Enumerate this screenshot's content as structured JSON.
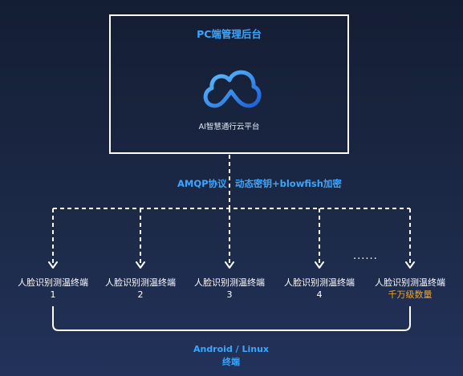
{
  "management": {
    "title": "PC端管理后台",
    "platform_name": "AI智慧通行云平台",
    "icon": "cloud-icon"
  },
  "protocols": {
    "amqp": "AMQP协议",
    "encryption": "动态密钥+blowfish加密"
  },
  "terminals": [
    {
      "label": "人脸识别测温终端",
      "number": "1"
    },
    {
      "label": "人脸识别测温终端",
      "number": "2"
    },
    {
      "label": "人脸识别测温终端",
      "number": "3"
    },
    {
      "label": "人脸识别测温终端",
      "number": "4"
    },
    {
      "label": "人脸识别测温终端",
      "number": "千万级数量"
    }
  ],
  "ellipsis": "......",
  "footer": {
    "line1": "Android / Linux",
    "line2": "终端"
  },
  "colors": {
    "accent": "#3aa6ff",
    "highlight": "#f5a623",
    "background": "#1a2440"
  }
}
